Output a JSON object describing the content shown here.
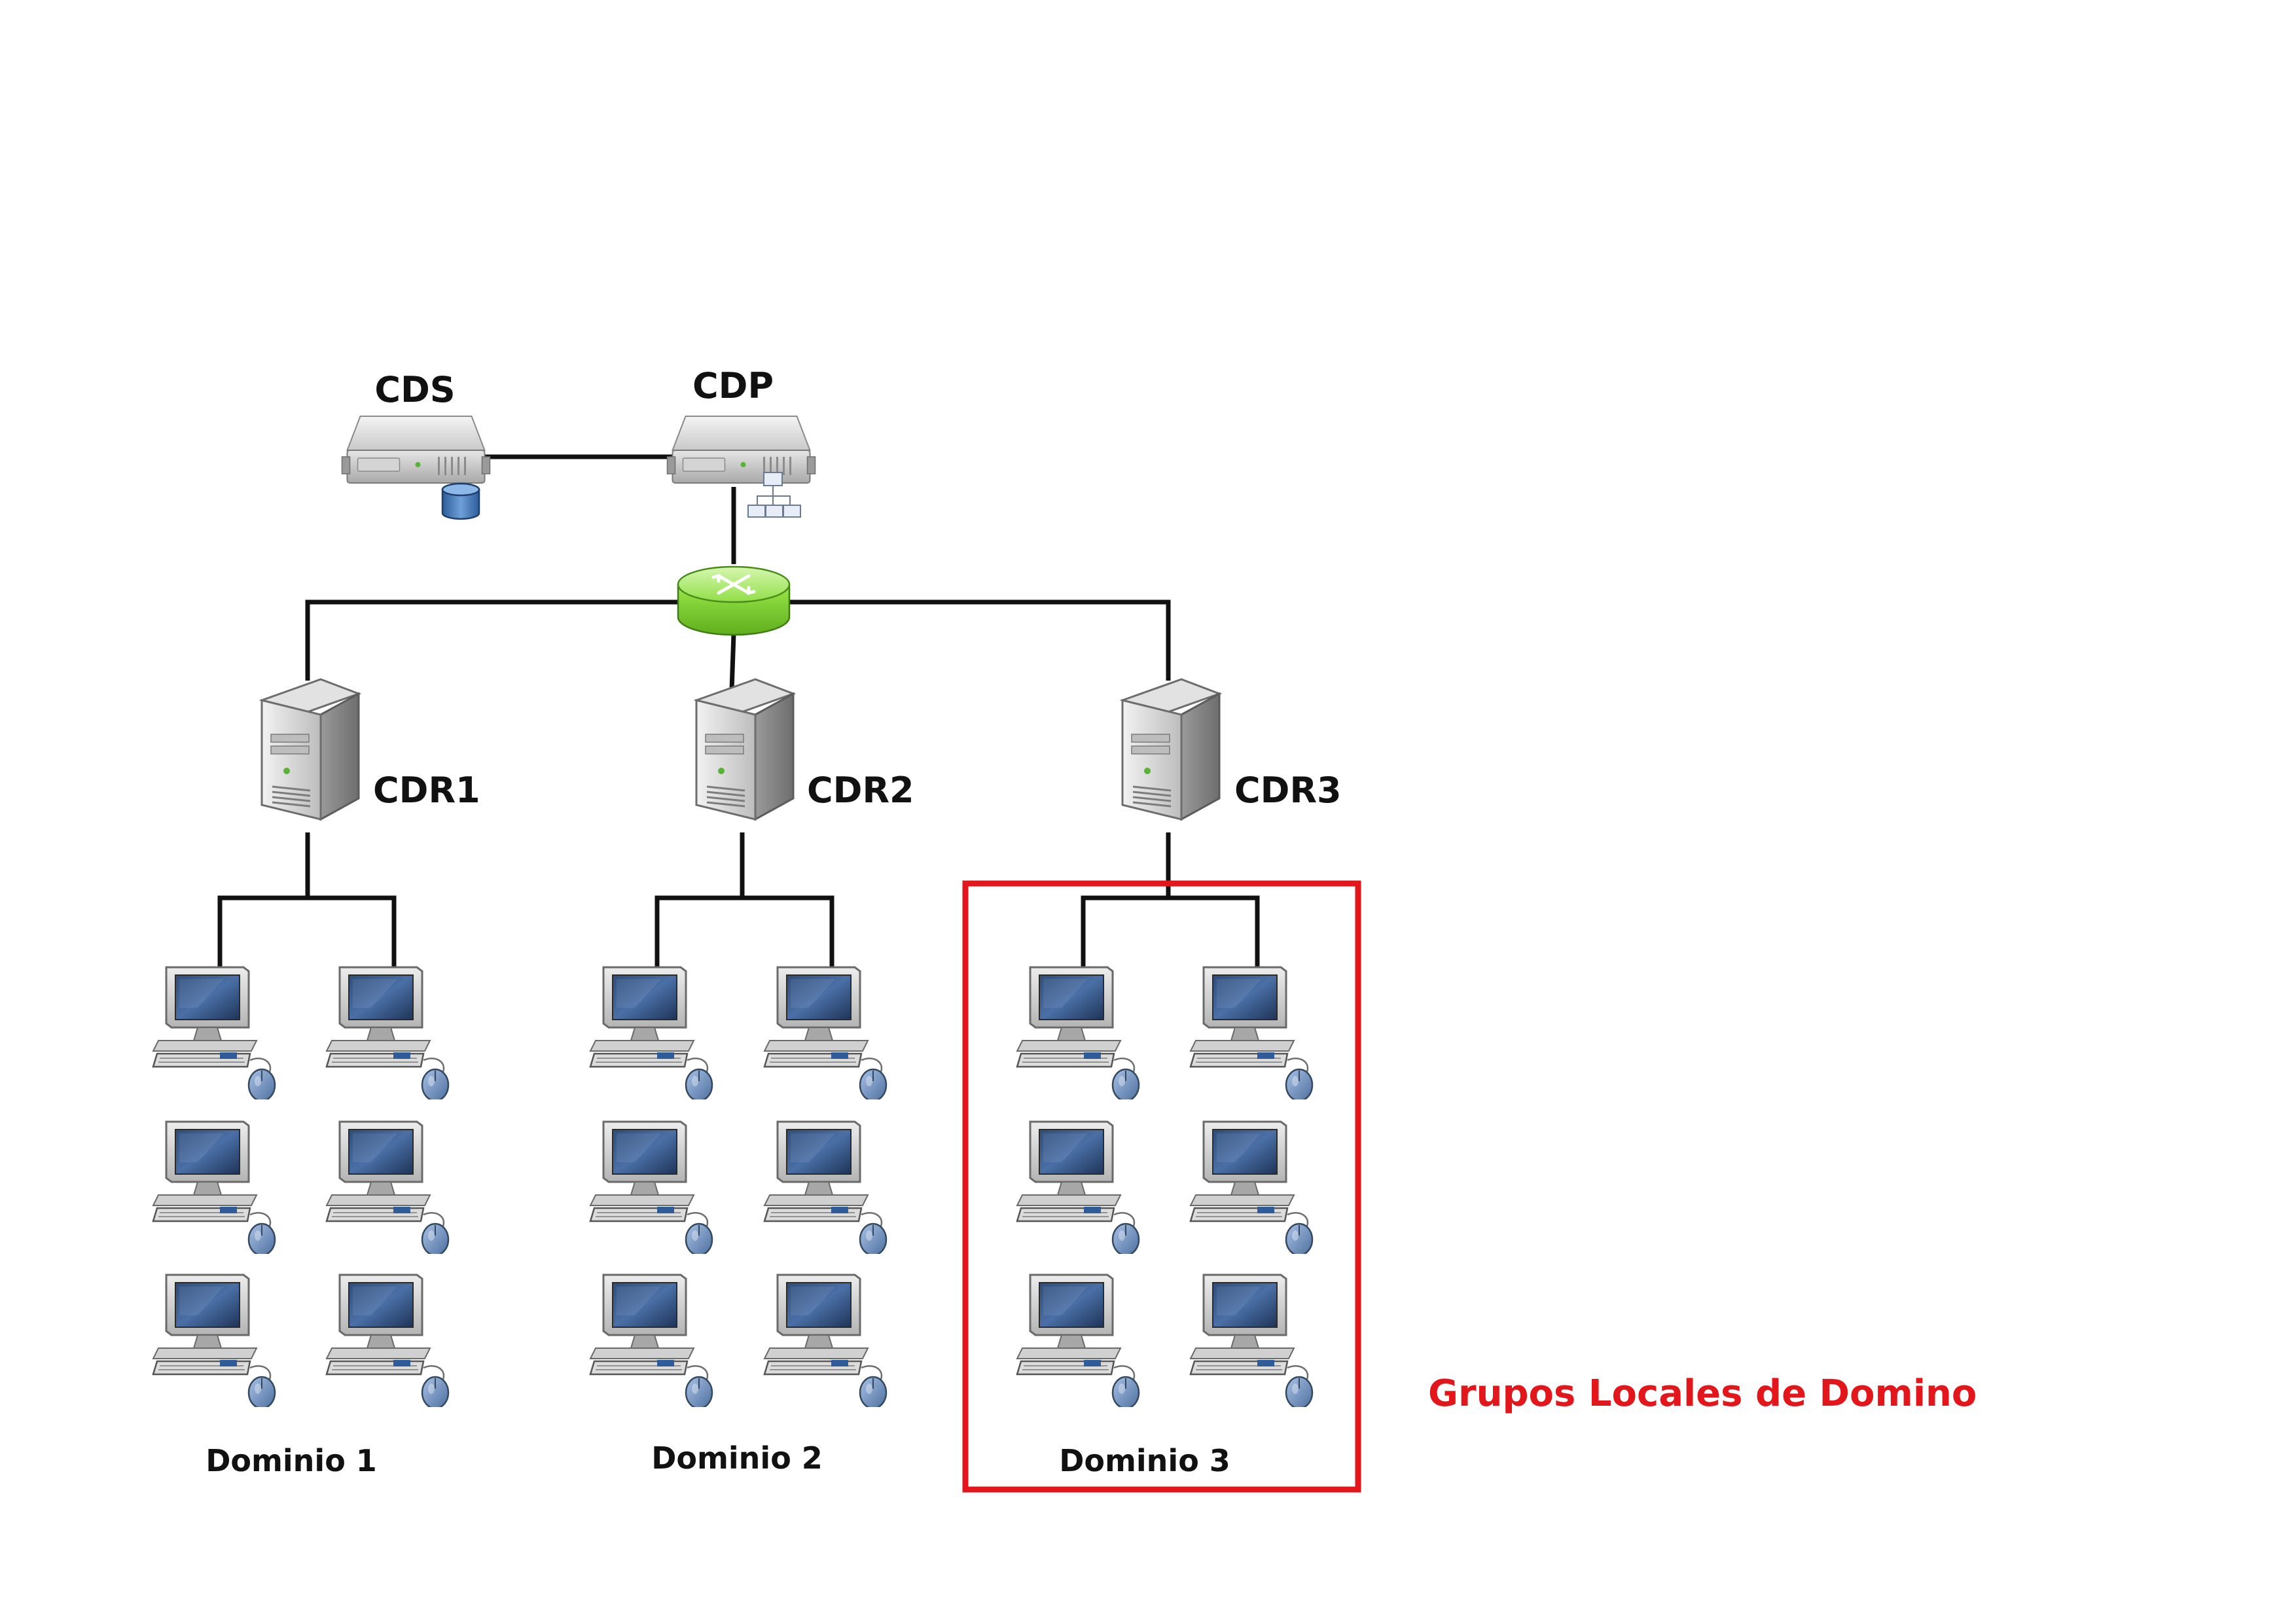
{
  "servers": {
    "cds": {
      "label": "CDS",
      "icon": "database-server-icon"
    },
    "cdp": {
      "label": "CDP",
      "icon": "network-server-icon"
    },
    "cdr1": {
      "label": "CDR1",
      "icon": "tower-server-icon"
    },
    "cdr2": {
      "label": "CDR2",
      "icon": "tower-server-icon"
    },
    "cdr3": {
      "label": "CDR3",
      "icon": "tower-server-icon"
    }
  },
  "router": {
    "icon": "router-icon",
    "color": "#7fd331"
  },
  "domains": [
    {
      "label": "Dominio 1",
      "workstations": 6
    },
    {
      "label": "Dominio 2",
      "workstations": 6
    },
    {
      "label": "Dominio 3",
      "workstations": 6,
      "highlighted": true
    }
  ],
  "legend": {
    "label": "Grupos Locales de Domino",
    "color": "#e3161b"
  },
  "colors": {
    "wire": "#111111",
    "highlight": "#e3161b"
  }
}
